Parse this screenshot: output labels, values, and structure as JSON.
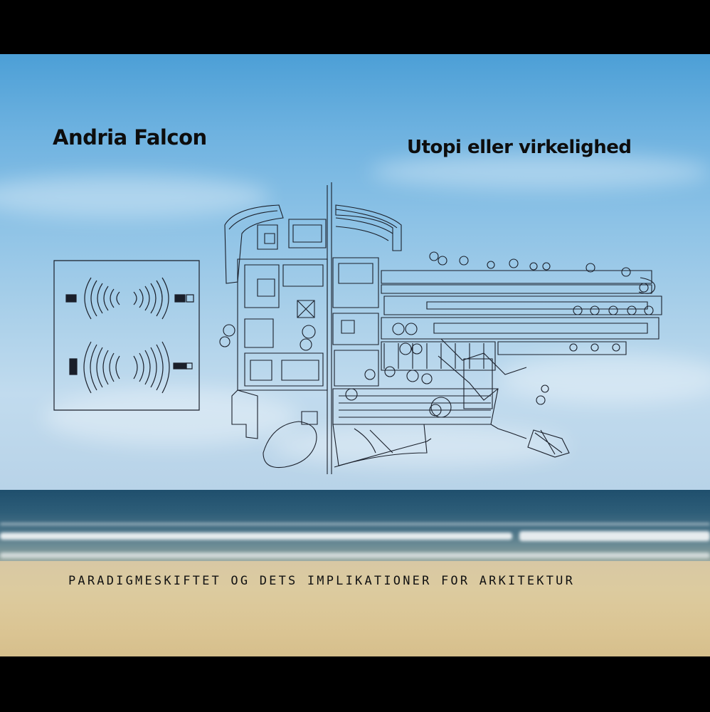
{
  "cover": {
    "author": "Andria Falcon",
    "title": "Utopi eller virkelighed",
    "subtitle": "PARADIGMESKIFTET OG DETS IMPLIKATIONER FOR ARKITEKTUR"
  },
  "illustrations": {
    "acoustic_diagram_icon": "acoustic-wave-diagram",
    "site_plan_icon": "architectural-site-plan"
  },
  "colors": {
    "sky": "#8cc2e6",
    "sea": "#2d5d78",
    "sand": "#dcc89c",
    "ink": "#1a1f2a"
  }
}
